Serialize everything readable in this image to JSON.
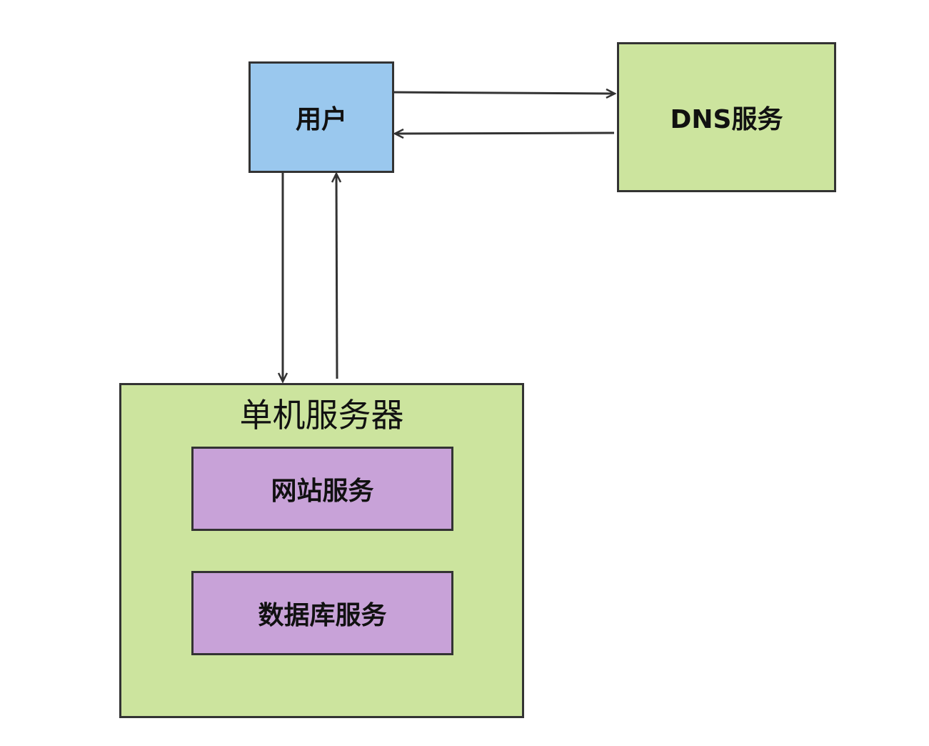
{
  "colors": {
    "user_fill": "#9ac8ee",
    "dns_fill": "#cce49e",
    "server_fill": "#cce49e",
    "service_fill": "#c8a2d8",
    "border": "#333333",
    "arrow": "#333333"
  },
  "nodes": {
    "user": {
      "label": "用户"
    },
    "dns": {
      "label": "DNS服务"
    },
    "server": {
      "label": "单机服务器"
    },
    "web": {
      "label": "网站服务"
    },
    "db": {
      "label": "数据库服务"
    }
  },
  "edges": [
    {
      "from": "user",
      "to": "dns"
    },
    {
      "from": "dns",
      "to": "user"
    },
    {
      "from": "user",
      "to": "server"
    },
    {
      "from": "server",
      "to": "user"
    }
  ]
}
